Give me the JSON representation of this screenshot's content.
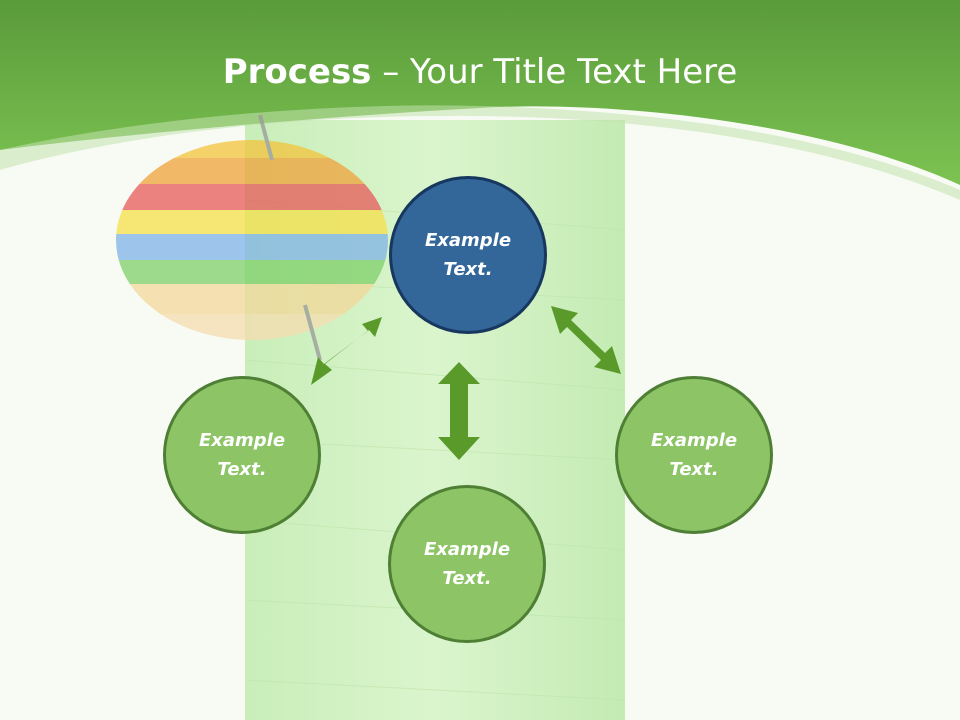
{
  "title": {
    "bold": "Process",
    "rest": " – Your Title Text Here"
  },
  "nodes": [
    {
      "id": "top",
      "text": "Example\nText."
    },
    {
      "id": "left",
      "text": "Example\nText."
    },
    {
      "id": "bottom",
      "text": "Example\nText."
    },
    {
      "id": "right",
      "text": "Example\nText."
    }
  ],
  "colors": {
    "header_green": "#6fb546",
    "center_node_fill": "#336699",
    "center_node_border": "#17375e",
    "outer_node_fill": "#8cc466",
    "outer_node_border": "#4f7f35",
    "arrow": "#5a9a2a"
  },
  "icons": {
    "arrow": "double-headed-arrow-icon",
    "button": "striped-button-icon",
    "thread": "thread-spool-icon"
  }
}
